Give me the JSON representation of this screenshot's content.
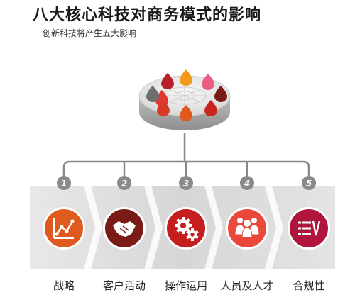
{
  "header": {
    "title": "八大核心科技对商务模式的影响",
    "subtitle": "创新科技将产生五大影响"
  },
  "hub": {
    "dot_colors": [
      "#e03a2e",
      "#f19a1b",
      "#e95d83",
      "#7a1b16",
      "#c8251c",
      "#e05a1f",
      "#d83a2a",
      "#6e6e6e",
      "#b81f28"
    ]
  },
  "steps": [
    {
      "number": "1",
      "label": "战略",
      "icon": "chart-icon",
      "color": "#e05a1f"
    },
    {
      "number": "2",
      "label": "客户活动",
      "icon": "handshake-icon",
      "color": "#7a1b16"
    },
    {
      "number": "3",
      "label": "操作运用",
      "icon": "gears-icon",
      "color": "#c41e1e"
    },
    {
      "number": "4",
      "label": "人员及人才",
      "icon": "people-icon",
      "color": "#e8493a"
    },
    {
      "number": "5",
      "label": "合规性",
      "icon": "checklist-icon",
      "color": "#b0153e"
    }
  ]
}
